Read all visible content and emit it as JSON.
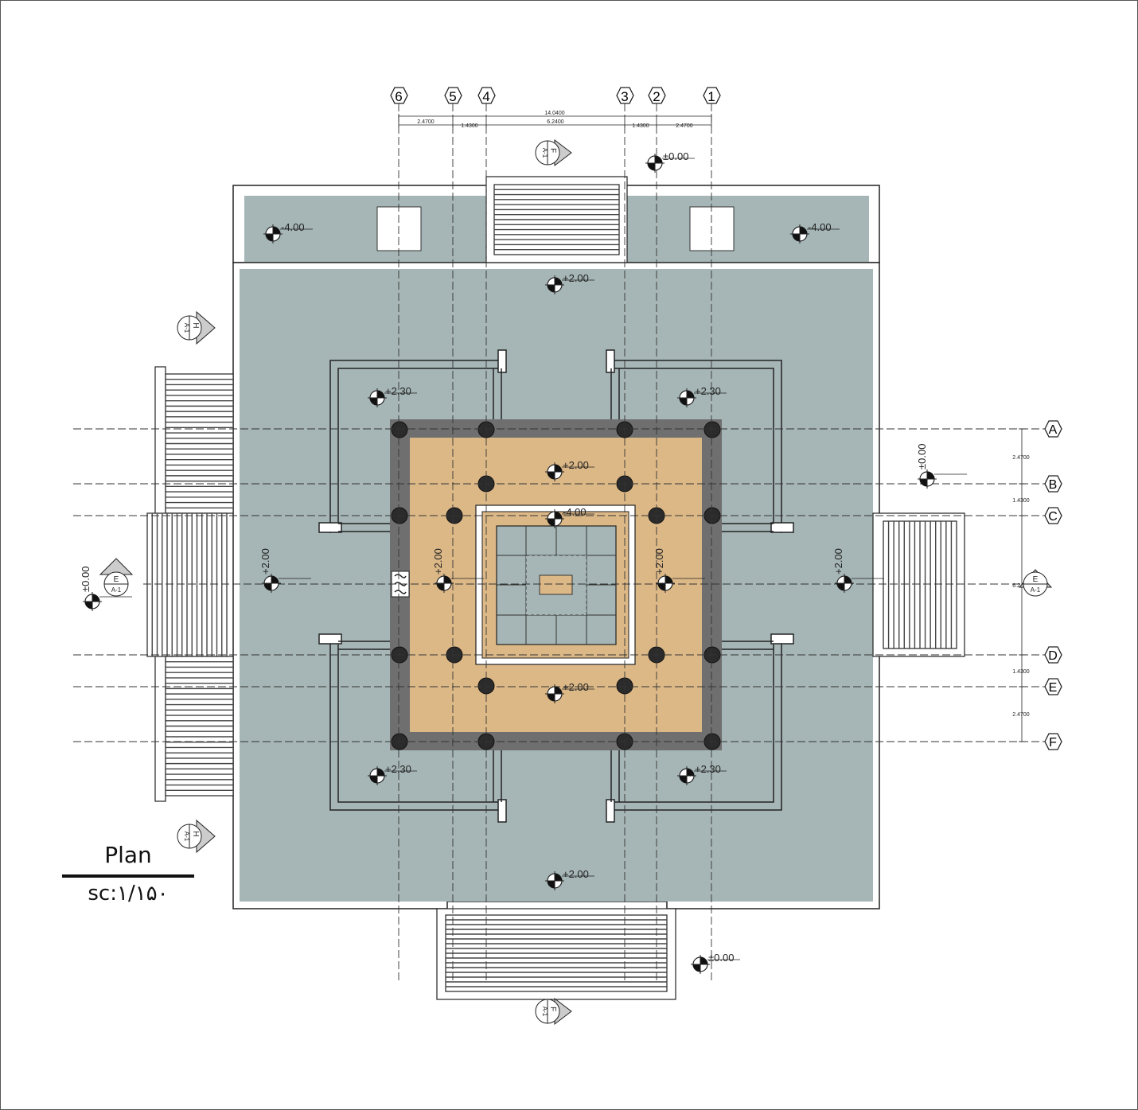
{
  "drawing": {
    "title": "Plan",
    "scale": "sc:۱/۱۵۰"
  },
  "grid_columns": [
    "6",
    "5",
    "4",
    "3",
    "2",
    "1"
  ],
  "grid_rows": [
    "A",
    "B",
    "C",
    "D",
    "E",
    "F"
  ],
  "dimensions": {
    "overall": "14.0400",
    "top_segments": [
      "2.4700",
      "1.4300",
      "6.2400",
      "1.4300",
      "2.4700"
    ],
    "right_segments": [
      "2.4700",
      "1.4300",
      "6.2400",
      "1.4300",
      "2.4700"
    ]
  },
  "levels": {
    "ground": "±0.00",
    "sunken": "-4.00",
    "platform": "+2.00",
    "terrace": "+2.30",
    "courtyard": "-4.00"
  },
  "section_marks": {
    "f": {
      "letter": "F",
      "sheet": "A-1"
    },
    "h": {
      "letter": "H",
      "sheet": "A-1"
    },
    "e": {
      "letter": "E",
      "sheet": "A-1"
    }
  },
  "colors": {
    "platform_fill": "#a6b6b6",
    "hall_fill": "#dcb887",
    "hall_border": "#6f6f6f",
    "column": "#2b2b2b",
    "line": "#222222"
  }
}
